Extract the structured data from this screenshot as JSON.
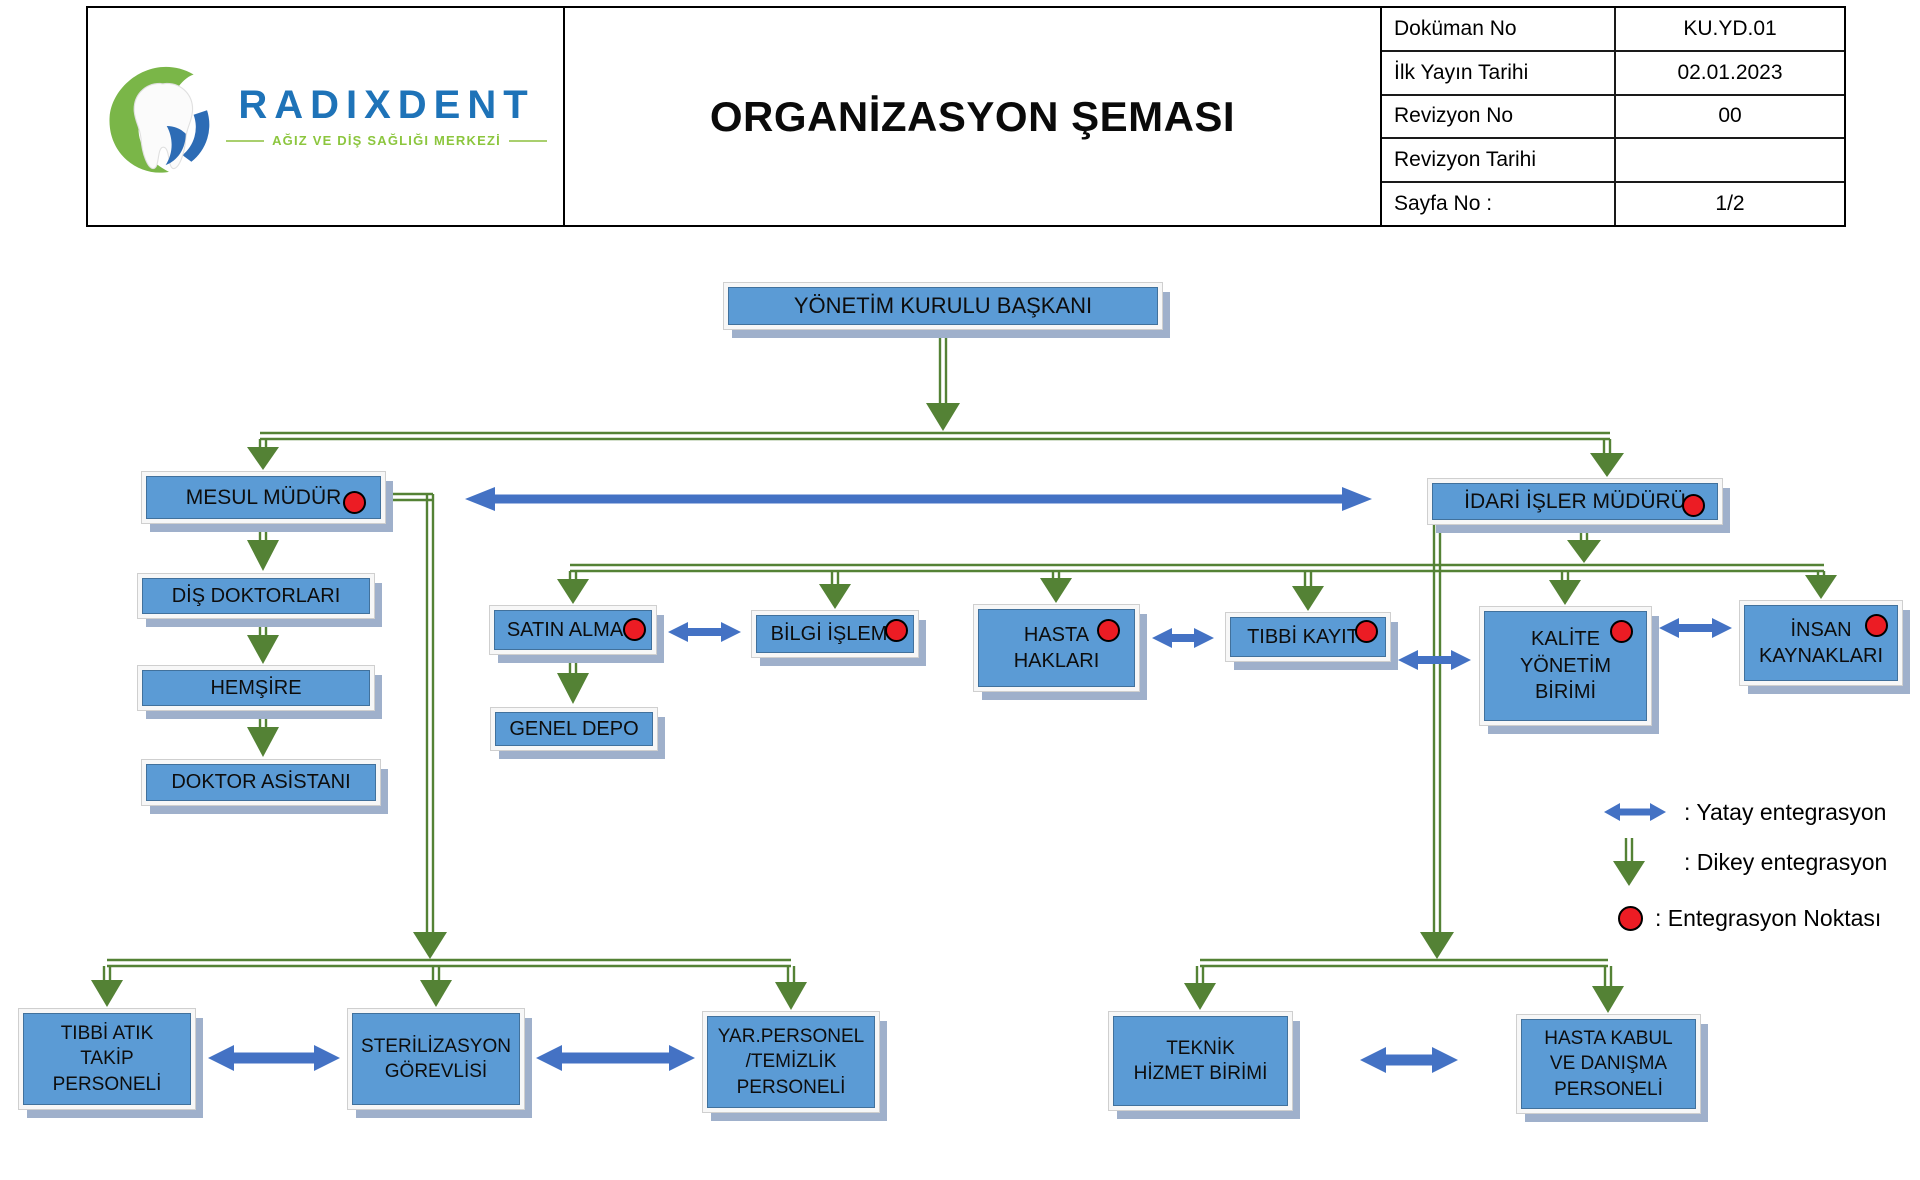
{
  "colors": {
    "node_fill": "#5B9BD5",
    "node_border": "#41719C",
    "frame": "#f7f7f7",
    "shadow": "#9FB0CB",
    "green": "#548235",
    "arrow_blue": "#4472C4",
    "red": "#EC1C24",
    "brand_blue": "#1E73B8",
    "brand_green": "#8CC63E",
    "text": "#111111"
  },
  "header": {
    "brand": "RADIXDENT",
    "tagline": "AĞIZ VE DİŞ SAĞLIĞI MERKEZİ",
    "title": "ORGANİZASYON ŞEMASI",
    "doc_table": {
      "rows": [
        {
          "label": "Doküman No",
          "value": "KU.YD.01"
        },
        {
          "label": "İlk Yayın Tarihi",
          "value": "02.01.2023"
        },
        {
          "label": "Revizyon No",
          "value": "00"
        },
        {
          "label": "Revizyon Tarihi",
          "value": ""
        },
        {
          "label": "Sayfa No :",
          "value": "1/2"
        }
      ]
    }
  },
  "org": {
    "nodes": {
      "yonetim": {
        "label": "YÖNETİM KURULU BAŞKANI",
        "integration_point": false
      },
      "mesul": {
        "label": "MESUL MÜDÜR",
        "integration_point": true
      },
      "idari": {
        "label": "İDARİ İŞLER MÜDÜRÜ",
        "integration_point": true
      },
      "dis_doktorlari": {
        "label": "DİŞ DOKTORLARI",
        "integration_point": false
      },
      "hemsire": {
        "label": "HEMŞİRE",
        "integration_point": false
      },
      "doktor_asistani": {
        "label": "DOKTOR ASİSTANI",
        "integration_point": false
      },
      "satin_alma": {
        "label": "SATIN ALMA",
        "integration_point": true
      },
      "genel_depo": {
        "label": "GENEL DEPO",
        "integration_point": false
      },
      "bilgi_islem": {
        "label": "BİLGİ İŞLEM",
        "integration_point": true
      },
      "hasta_haklari": {
        "label": "HASTA\nHAKLARI",
        "integration_point": true
      },
      "tibbi_kayit": {
        "label": "TIBBİ KAYIT",
        "integration_point": true
      },
      "kalite": {
        "label": "KALİTE\nYÖNETİM\nBİRİMİ",
        "integration_point": true
      },
      "insan_kaynaklari": {
        "label": "İNSAN\nKAYNAKLARI",
        "integration_point": true
      },
      "tibbi_atik": {
        "label": "TIBBİ ATIK\nTAKİP\nPERSONELİ",
        "integration_point": false
      },
      "sterilizasyon": {
        "label": "STERİLİZASYON\nGÖREVLİSİ",
        "integration_point": false
      },
      "yar_personel": {
        "label": "YAR.PERSONEL\n/TEMİZLİK\nPERSONELİ",
        "integration_point": false
      },
      "teknik": {
        "label": "TEKNİK\nHİZMET BİRİMİ",
        "integration_point": false
      },
      "hasta_kabul": {
        "label": "HASTA KABUL\nVE DANIŞMA\nPERSONELİ",
        "integration_point": false
      }
    },
    "vertical_edges": [
      [
        "yonetim",
        "mesul"
      ],
      [
        "yonetim",
        "idari"
      ],
      [
        "mesul",
        "dis_doktorlari"
      ],
      [
        "dis_doktorlari",
        "hemsire"
      ],
      [
        "hemsire",
        "doktor_asistani"
      ],
      [
        "mesul",
        "tibbi_atik"
      ],
      [
        "mesul",
        "sterilizasyon"
      ],
      [
        "mesul",
        "yar_personel"
      ],
      [
        "idari",
        "satin_alma"
      ],
      [
        "idari",
        "bilgi_islem"
      ],
      [
        "idari",
        "hasta_haklari"
      ],
      [
        "idari",
        "tibbi_kayit"
      ],
      [
        "idari",
        "kalite"
      ],
      [
        "idari",
        "insan_kaynaklari"
      ],
      [
        "satin_alma",
        "genel_depo"
      ],
      [
        "idari",
        "teknik"
      ],
      [
        "idari",
        "hasta_kabul"
      ]
    ],
    "horizontal_edges": [
      [
        "mesul",
        "idari"
      ],
      [
        "satin_alma",
        "bilgi_islem"
      ],
      [
        "hasta_haklari",
        "tibbi_kayit"
      ],
      [
        "tibbi_kayit",
        "kalite"
      ],
      [
        "kalite",
        "insan_kaynaklari"
      ],
      [
        "tibbi_atik",
        "sterilizasyon"
      ],
      [
        "sterilizasyon",
        "yar_personel"
      ],
      [
        "teknik",
        "hasta_kabul"
      ]
    ]
  },
  "legend": {
    "items": [
      {
        "icon": "horizontal-arrow",
        "label": ": Yatay entegrasyon"
      },
      {
        "icon": "vertical-arrow",
        "label": ": Dikey entegrasyon"
      },
      {
        "icon": "red-dot",
        "label": ": Entegrasyon Noktası"
      }
    ]
  }
}
